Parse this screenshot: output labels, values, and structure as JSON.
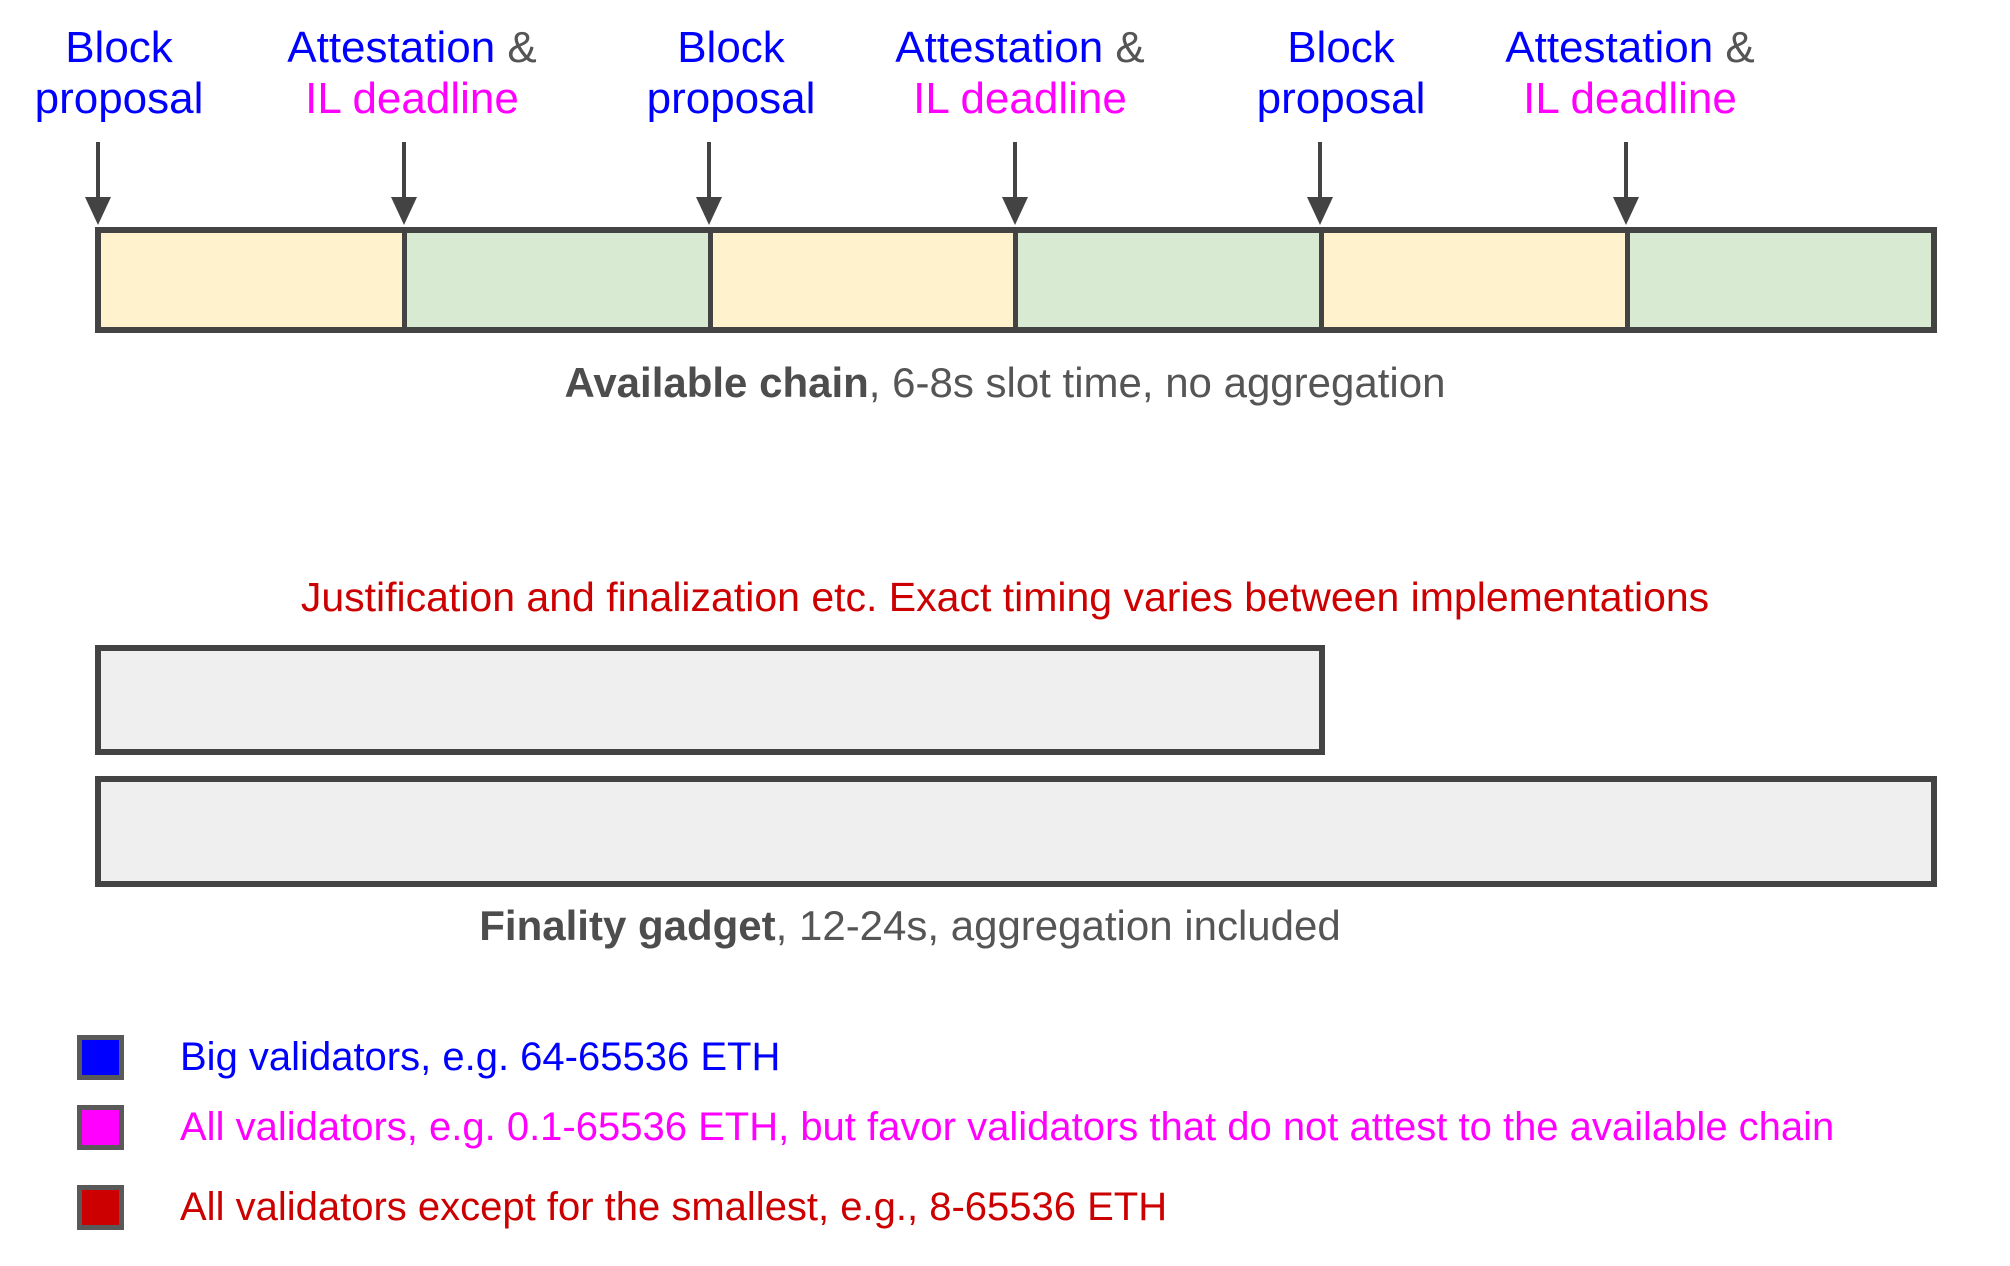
{
  "colors": {
    "blue": "#0000ff",
    "magenta": "#ff00ff",
    "red": "#cc0000",
    "text_gray": "#555555",
    "outline_gray": "#434343",
    "slot_yellow": "#fff2cc",
    "slot_green": "#d9ead3",
    "finality_gray": "#efefef"
  },
  "labels": {
    "block": {
      "line1": "Block",
      "line2": "proposal"
    },
    "attestation": {
      "line1_attestation": "Attestation",
      "line1_amp": " &",
      "line2": "IL deadline"
    }
  },
  "timeline": {
    "segments": [
      "slot_yellow",
      "slot_green",
      "slot_yellow",
      "slot_green",
      "slot_yellow",
      "slot_green"
    ],
    "caption_bold": "Available chain",
    "caption_rest": ", 6-8s slot time, no aggregation"
  },
  "finality": {
    "note": "Justification and finalization etc. Exact timing varies between implementations",
    "caption_bold": "Finality gadget",
    "caption_rest": ", 12-24s, aggregation included"
  },
  "legend": [
    {
      "color": "#0000ff",
      "text": "Big validators, e.g. 64-65536 ETH"
    },
    {
      "color": "#ff00ff",
      "text": "All validators, e.g. 0.1-65536 ETH, but favor validators that do not attest to the available chain"
    },
    {
      "color": "#cc0000",
      "text": "All validators except for the smallest, e.g., 8-65536 ETH"
    }
  ]
}
